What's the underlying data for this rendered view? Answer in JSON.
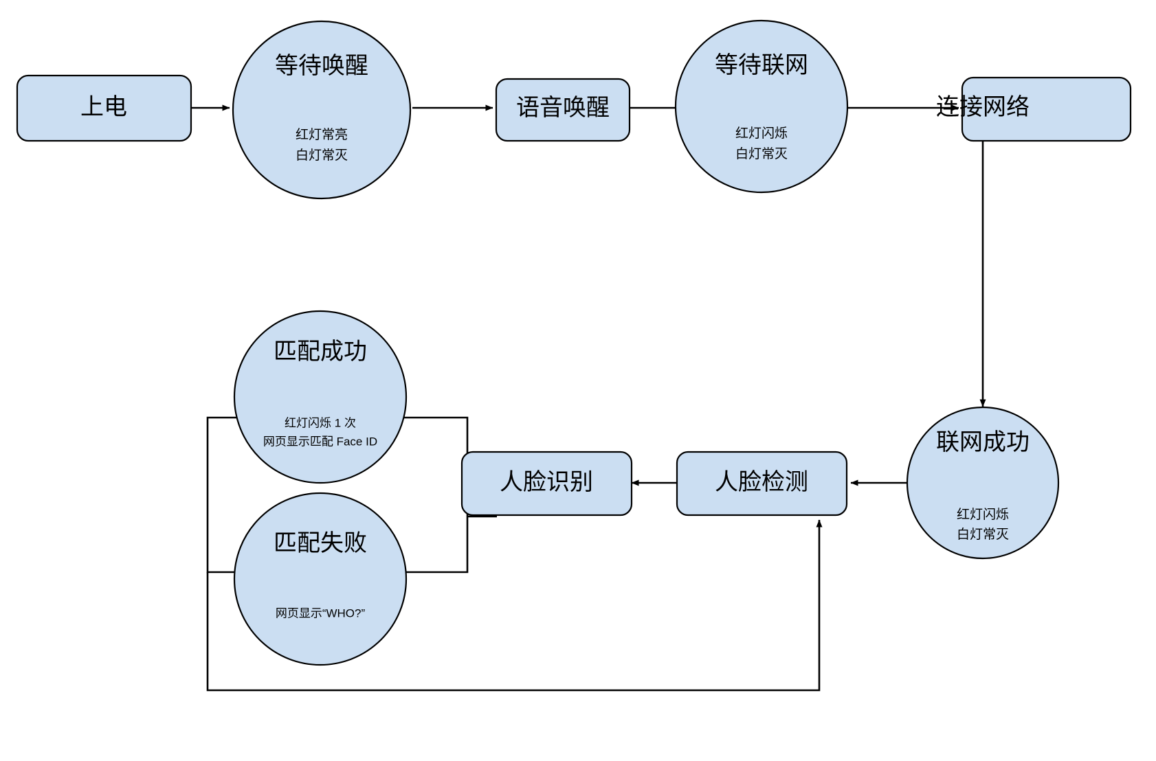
{
  "diagram": {
    "type": "flowchart",
    "background_color": "#ffffff",
    "node_fill_color": "#cbdef2",
    "node_stroke_color": "#000000",
    "nodes": [
      {
        "id": "power-on",
        "label": "上电",
        "shape": "rounded-rect",
        "sub_lines": []
      },
      {
        "id": "wait-wakeup",
        "label": "等待唤醒",
        "shape": "circle",
        "sub_lines": [
          "红灯常亮",
          "白灯常灭"
        ]
      },
      {
        "id": "voice-wakeup",
        "label": "语音唤醒",
        "shape": "rounded-rect",
        "sub_lines": []
      },
      {
        "id": "wait-network",
        "label": "等待联网",
        "shape": "circle",
        "sub_lines": [
          "红灯闪烁",
          "白灯常灭"
        ]
      },
      {
        "id": "connect-network",
        "label": "连接网络",
        "shape": "rounded-rect",
        "sub_lines": []
      },
      {
        "id": "network-success",
        "label": "联网成功",
        "shape": "circle",
        "sub_lines": [
          "红灯闪烁",
          "白灯常灭"
        ]
      },
      {
        "id": "face-detect",
        "label": "人脸检测",
        "shape": "rounded-rect",
        "sub_lines": []
      },
      {
        "id": "face-recognize",
        "label": "人脸识别",
        "shape": "rounded-rect",
        "sub_lines": []
      },
      {
        "id": "match-success",
        "label": "匹配成功",
        "shape": "circle",
        "sub_lines": [
          "红灯闪烁 1 次",
          "网页显示匹配 Face ID"
        ]
      },
      {
        "id": "match-fail",
        "label": "匹配失败",
        "shape": "circle",
        "sub_lines": [
          "网页显示“WHO?”"
        ]
      }
    ],
    "edges": [
      {
        "from": "power-on",
        "to": "wait-wakeup",
        "arrow": true
      },
      {
        "from": "wait-wakeup",
        "to": "voice-wakeup",
        "arrow": true
      },
      {
        "from": "voice-wakeup",
        "to": "wait-network",
        "arrow": true
      },
      {
        "from": "wait-network",
        "to": "connect-network",
        "arrow": true
      },
      {
        "from": "connect-network",
        "to": "network-success",
        "arrow": true
      },
      {
        "from": "network-success",
        "to": "face-detect",
        "arrow": true
      },
      {
        "from": "face-detect",
        "to": "face-recognize",
        "arrow": true
      },
      {
        "from": "face-recognize",
        "to": "match-success",
        "arrow": false
      },
      {
        "from": "face-recognize",
        "to": "match-fail",
        "arrow": false
      },
      {
        "from": "match-fail",
        "to": "face-detect",
        "arrow": true
      }
    ]
  }
}
